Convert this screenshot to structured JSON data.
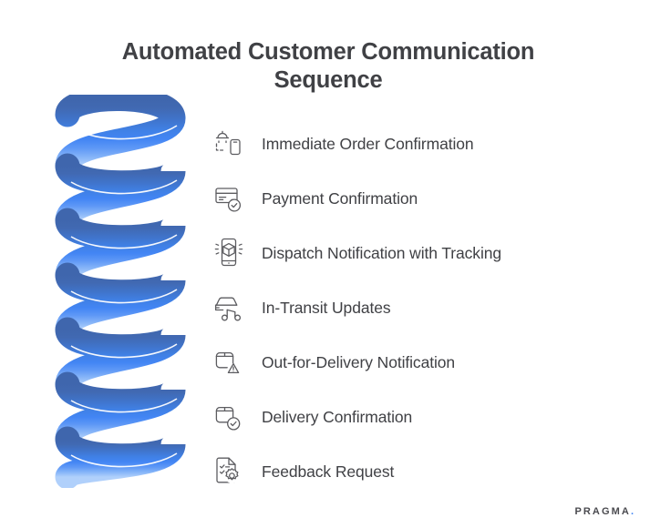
{
  "slide": {
    "title": "Automated Customer Communication Sequence",
    "background_color": "#ffffff",
    "text_color": "#404145"
  },
  "graphic": {
    "name": "blue-gradient-helix-spiral",
    "turns": 7,
    "gradient_top_color": "#3f66ad",
    "gradient_mid_color": "#4285f4",
    "gradient_bottom_color": "#a9c9f9"
  },
  "steps": [
    {
      "label": "Immediate Order Confirmation",
      "icon": "bell-phone-notification-icon"
    },
    {
      "label": "Payment Confirmation",
      "icon": "credit-card-check-icon"
    },
    {
      "label": "Dispatch Notification with Tracking",
      "icon": "phone-package-alert-icon"
    },
    {
      "label": "In-Transit Updates",
      "icon": "delivery-truck-icon"
    },
    {
      "label": "Out-for-Delivery Notification",
      "icon": "box-warning-icon"
    },
    {
      "label": "Delivery Confirmation",
      "icon": "box-check-icon"
    },
    {
      "label": "Feedback Request",
      "icon": "checklist-gear-document-icon"
    }
  ],
  "footer": {
    "brand_name": "PRAGMA",
    "brand_dot": ".",
    "brand_dot_color": "#4285f4"
  }
}
